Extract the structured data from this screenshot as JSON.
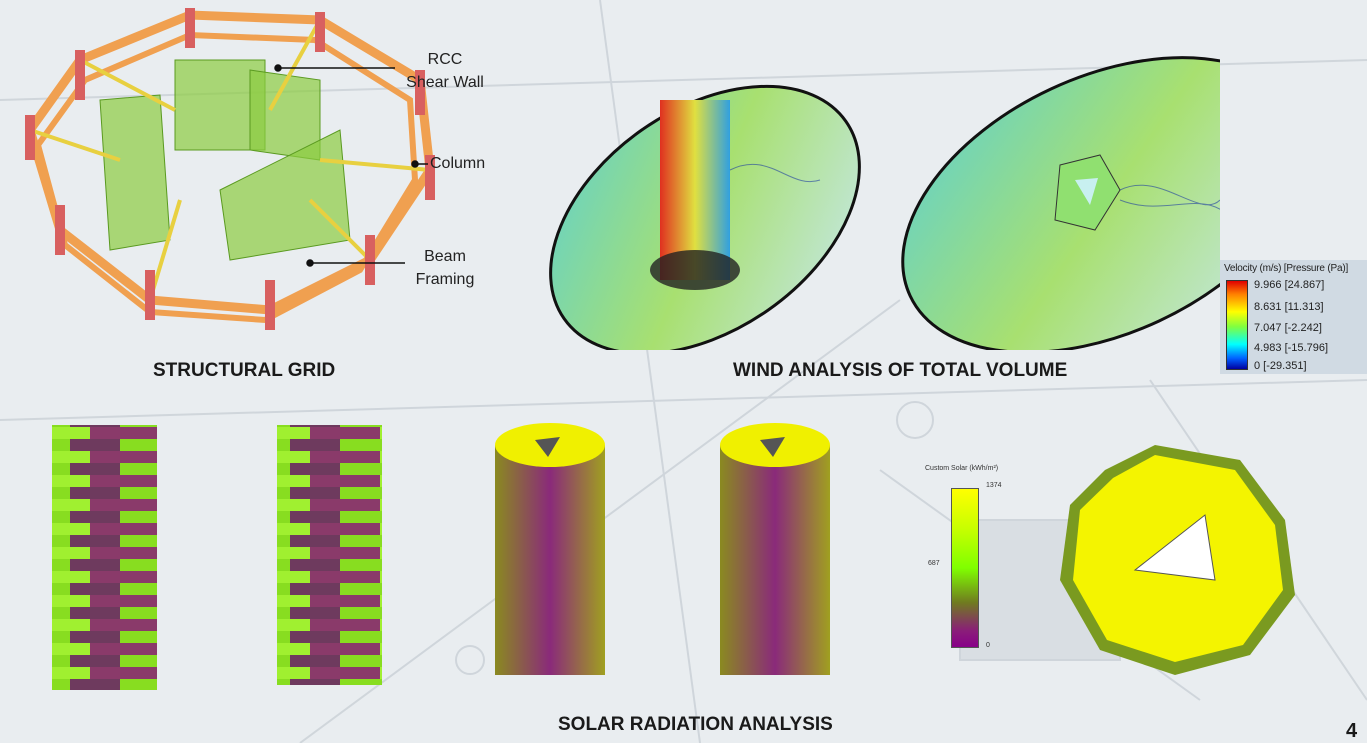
{
  "structural": {
    "title": "STRUCTURAL GRID",
    "labels": {
      "shear_wall_1": "RCC",
      "shear_wall_2": "Shear Wall",
      "column": "Column",
      "beam_1": "Beam",
      "beam_2": "Framing"
    }
  },
  "wind": {
    "title": "WIND ANALYSIS OF TOTAL VOLUME",
    "legend": {
      "title": "Velocity (m/s) [Pressure (Pa)]",
      "ticks": [
        "9.966 [24.867]",
        "8.631 [11.313]",
        "7.047 [-2.242]",
        "4.983 [-15.796]",
        "0 [-29.351]"
      ]
    }
  },
  "solar": {
    "title": "SOLAR RADIATION ANALYSIS",
    "legend": {
      "title": "Custom Solar (kWh/m²)",
      "max": "1374",
      "mid": "687",
      "min": "0"
    }
  },
  "page_number": "4",
  "colors": {
    "beam": "#f0a050",
    "column": "#d86060",
    "wall": "#8ccc40",
    "solar_high": "#ffff00",
    "solar_low": "#880088"
  }
}
